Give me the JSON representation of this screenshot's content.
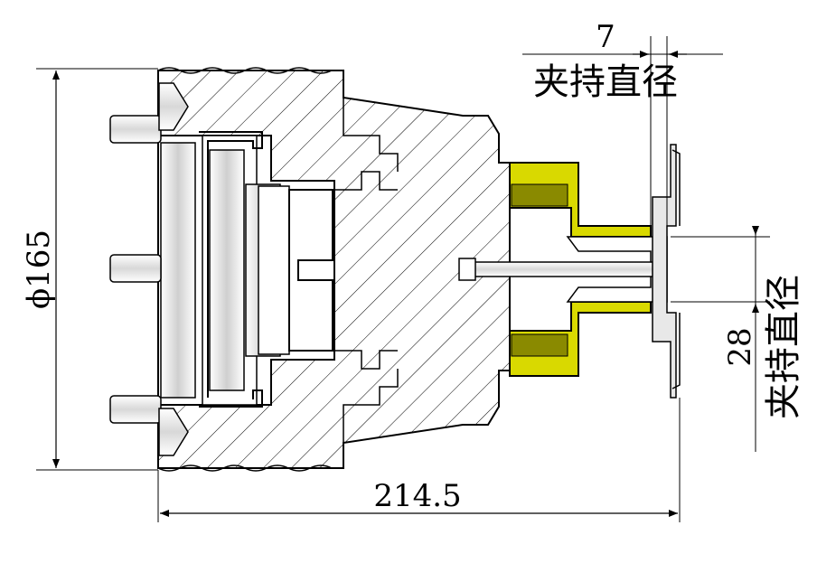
{
  "dimensions": {
    "overall_length": "214.5",
    "outer_diameter": "ϕ165",
    "clamp_length": "7",
    "clamp_length_label": "夹持直径",
    "clamp_diameter": "28",
    "clamp_diameter_label": "夹持直径"
  },
  "colors": {
    "line": "#000000",
    "clamp_fill": "#d9d900",
    "clamp_dark": "#8a8a00",
    "body_fill": "#ffffff"
  }
}
